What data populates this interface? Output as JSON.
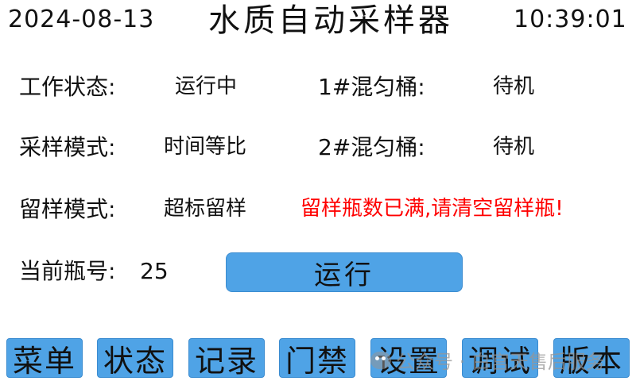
{
  "header": {
    "date": "2024-08-13",
    "title": "水质自动采样器",
    "time": "10:39:01"
  },
  "status": {
    "work_state_label": "工作状态:",
    "work_state_value": "运行中",
    "mode_label": "采样模式:",
    "mode_value": "时间等比",
    "retain_label": "留样模式:",
    "retain_value": "超标留样",
    "bottle_label": "当前瓶号:",
    "bottle_value": "25",
    "mixer1_label": "1#混匀桶:",
    "mixer1_value": "待机",
    "mixer2_label": "2#混匀桶:",
    "mixer2_value": "待机",
    "warning": "留样瓶数已满,请清空留样瓶!"
  },
  "run_button": {
    "label": "运行"
  },
  "nav": {
    "items": [
      {
        "label": "菜单"
      },
      {
        "label": "状态"
      },
      {
        "label": "记录"
      },
      {
        "label": "门禁"
      },
      {
        "label": "设置"
      },
      {
        "label": "调试"
      },
      {
        "label": "版本"
      }
    ]
  },
  "watermark": {
    "text": "公众号 · 白宫天售后服务"
  },
  "colors": {
    "button_bg": "#4fa3e6",
    "warning": "#ff0000"
  }
}
